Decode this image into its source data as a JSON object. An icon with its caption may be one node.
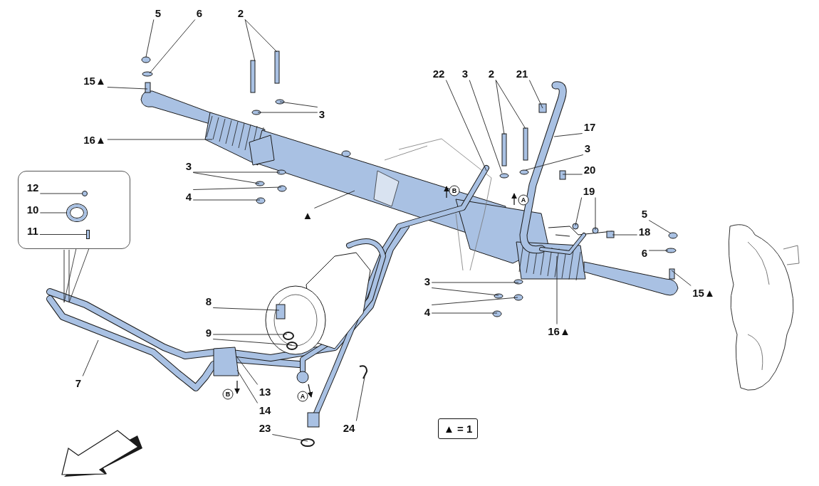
{
  "diagram": {
    "nodes": [
      {
        "text": [
          "5"
        ]
      },
      {
        "text": [
          "6"
        ]
      },
      {
        "text": [
          "2"
        ]
      },
      {
        "text": [
          "15▲"
        ]
      },
      {
        "text": [
          "3"
        ]
      },
      {
        "text": [
          "16▲"
        ]
      },
      {
        "text": [
          "3"
        ]
      },
      {
        "text": [
          "4"
        ]
      },
      {
        "text": [
          "▲"
        ]
      },
      {
        "text": [],
        "shape": "box"
      },
      {
        "text": [
          "12"
        ],
        "in": 9
      },
      {
        "text": [
          "10"
        ],
        "in": 9
      },
      {
        "text": [
          "11"
        ],
        "in": 9
      },
      {
        "text": [
          "7"
        ]
      },
      {
        "text": [
          "8"
        ]
      },
      {
        "text": [
          "9"
        ]
      },
      {
        "text": [
          "13"
        ]
      },
      {
        "text": [
          "14"
        ]
      },
      {
        "text": [
          "23"
        ]
      },
      {
        "text": [
          "24"
        ]
      },
      {
        "text": [
          "22"
        ]
      },
      {
        "text": [
          "3"
        ]
      },
      {
        "text": [
          "2"
        ]
      },
      {
        "text": [
          "21"
        ]
      },
      {
        "text": [
          "17"
        ]
      },
      {
        "text": [
          "3"
        ]
      },
      {
        "text": [
          "20"
        ]
      },
      {
        "text": [
          "19"
        ]
      },
      {
        "text": [
          "18"
        ]
      },
      {
        "text": [
          "5"
        ]
      },
      {
        "text": [
          "6"
        ]
      },
      {
        "text": [
          "15▲"
        ]
      },
      {
        "text": [
          "16▲"
        ]
      },
      {
        "text": [
          "3"
        ]
      },
      {
        "text": [
          "4"
        ]
      },
      {
        "text": [
          "▲ = 1"
        ]
      },
      {
        "text": [],
        "shape": "circle",
        "in": 9
      },
      {
        "text": [],
        "shape": "circle",
        "in": 9
      },
      {
        "text": [],
        "shape": "bar",
        "in": 9
      }
    ],
    "edges": [
      {
        "from": 0,
        "to": null,
        "arrow": "none"
      },
      {
        "from": 1,
        "to": null,
        "arrow": "none"
      },
      {
        "from": 2,
        "to": null,
        "arrow": "none"
      },
      {
        "from": 2,
        "to": null,
        "arrow": "none"
      },
      {
        "from": 3,
        "to": null,
        "arrow": "none"
      },
      {
        "from": 4,
        "to": null,
        "arrow": "none"
      },
      {
        "from": 4,
        "to": null,
        "arrow": "none"
      },
      {
        "from": 5,
        "to": null,
        "arrow": "none"
      },
      {
        "from": 6,
        "to": null,
        "arrow": "none"
      },
      {
        "from": 6,
        "to": null,
        "arrow": "none"
      },
      {
        "from": 7,
        "to": null,
        "arrow": "none"
      },
      {
        "from": 7,
        "to": null,
        "arrow": "none"
      },
      {
        "from": 8,
        "to": null,
        "arrow": "none"
      },
      {
        "from": 9,
        "to": null,
        "arrow": "none"
      },
      {
        "from": 9,
        "to": null,
        "arrow": "none"
      },
      {
        "from": 10,
        "to": 36,
        "arrow": "none"
      },
      {
        "from": 11,
        "to": 37,
        "arrow": "none"
      },
      {
        "from": 12,
        "to": 38,
        "arrow": "none"
      },
      {
        "from": 13,
        "to": null,
        "arrow": "none"
      },
      {
        "from": 14,
        "to": null,
        "arrow": "none"
      },
      {
        "from": 15,
        "to": null,
        "arrow": "none"
      },
      {
        "from": 15,
        "to": null,
        "arrow": "none"
      },
      {
        "from": 16,
        "to": null,
        "arrow": "none"
      },
      {
        "from": 17,
        "to": null,
        "arrow": "none"
      },
      {
        "from": 18,
        "to": null,
        "arrow": "none"
      },
      {
        "from": 19,
        "to": null,
        "arrow": "none"
      },
      {
        "from": 20,
        "to": null,
        "arrow": "none"
      },
      {
        "from": 21,
        "to": null,
        "arrow": "none"
      },
      {
        "from": 22,
        "to": null,
        "arrow": "none"
      },
      {
        "from": 22,
        "to": null,
        "arrow": "none"
      },
      {
        "from": 23,
        "to": null,
        "arrow": "none"
      },
      {
        "from": 24,
        "to": null,
        "arrow": "none"
      },
      {
        "from": 25,
        "to": null,
        "arrow": "none"
      },
      {
        "from": 26,
        "to": null,
        "arrow": "none"
      },
      {
        "from": 27,
        "to": null,
        "arrow": "none"
      },
      {
        "from": 27,
        "to": null,
        "arrow": "none"
      },
      {
        "from": 28,
        "to": null,
        "arrow": "none"
      },
      {
        "from": 29,
        "to": null,
        "arrow": "none"
      },
      {
        "from": 30,
        "to": null,
        "arrow": "none"
      },
      {
        "from": 31,
        "to": null,
        "arrow": "none"
      },
      {
        "from": 32,
        "to": null,
        "arrow": "none"
      },
      {
        "from": 33,
        "to": null,
        "arrow": "none"
      },
      {
        "from": 33,
        "to": null,
        "arrow": "none"
      },
      {
        "from": 34,
        "to": null,
        "arrow": "none"
      },
      {
        "from": 34,
        "to": null,
        "arrow": "none"
      }
    ],
    "labels": [
      "B",
      "A",
      "B",
      "A"
    ]
  }
}
